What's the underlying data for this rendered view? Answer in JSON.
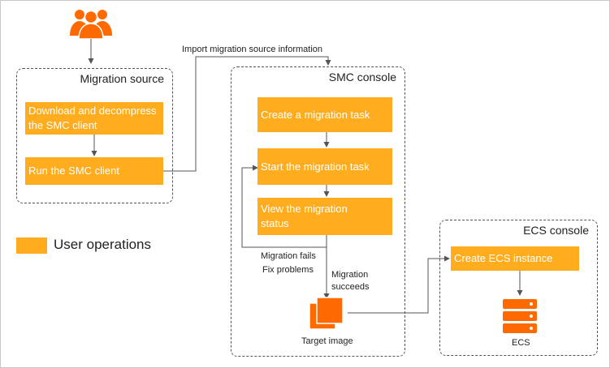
{
  "boxes": {
    "migration_source": "Migration source",
    "smc_console": "SMC console",
    "ecs_console": "ECS console"
  },
  "steps": {
    "download": "Download and decompress the SMC client",
    "run": "Run the SMC client",
    "create_task": "Create a migration task",
    "start_task": "Start the migration task",
    "view_status": "View the migration status",
    "create_ecs": "Create ECS instance"
  },
  "labels": {
    "import_info": "Import migration source information",
    "migration_fails": "Migration fails",
    "fix_problems": "Fix problems",
    "migration_succeeds": "Migration succeeds",
    "target_image": "Target image",
    "ecs": "ECS"
  },
  "legend": {
    "user_operations": "User operations"
  },
  "colors": {
    "step_fill": "#ffad1f",
    "icon_orange": "#ff6a00",
    "line": "#555555"
  },
  "icons": {
    "users": "users-group-icon",
    "image": "image-stack-icon",
    "server": "server-icon"
  }
}
